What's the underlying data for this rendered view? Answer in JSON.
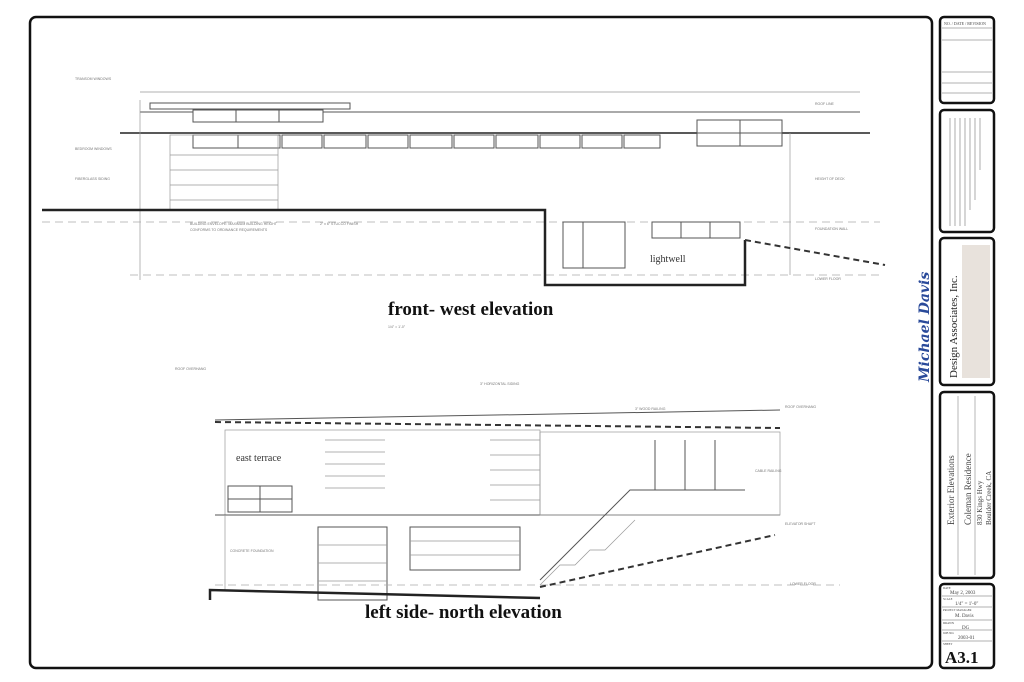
{
  "sheet": {
    "front_title": "front- west elevation",
    "front_scale_note": "1/4\" = 1'-0\"",
    "side_title": "left side- north elevation",
    "lightwell_label": "lightwell",
    "east_terrace_label": "east terrace",
    "signature": "Michael Davis"
  },
  "title_block": {
    "revision_header": "NO. / DATE / REVISION",
    "firm_name": "Design Associates, Inc.",
    "drawing_title": "Exterior Elevations",
    "job_title": "Coleman Residence",
    "job_address_1": "830 Kings Hwy",
    "job_address_2": "Boulder Creek, CA",
    "date_label": "DATE",
    "date_value": "May 2, 2003",
    "scale_label": "SCALE",
    "scale_value": "1/4\" = 1'-0\"",
    "project_manager_label": "PROJECT MANAGER",
    "project_manager_value": "M. Davis",
    "drawn_label": "DRAWN",
    "drawn_value": "DG",
    "job_no_label": "JOB NO.",
    "job_no_value": "2003-01",
    "sheet_label": "SHEET",
    "sheet_number": "A3.1"
  }
}
